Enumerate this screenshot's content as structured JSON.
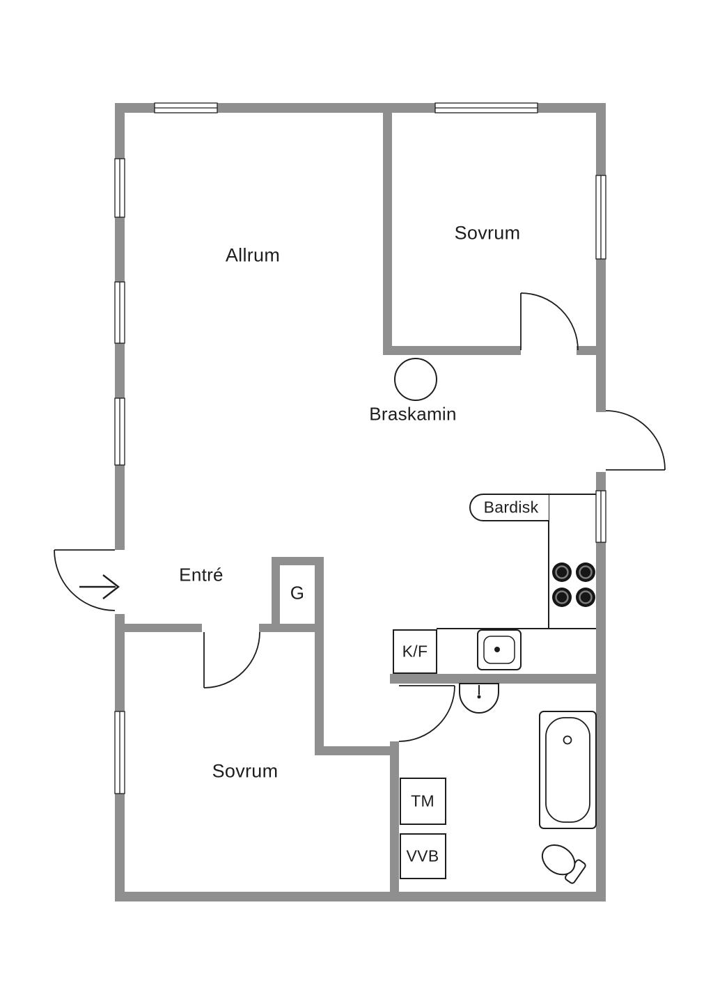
{
  "palette": {
    "wall": "#8f8f8f",
    "line": "#1d1d1d",
    "text": "#1d1d1d",
    "background": "#ffffff",
    "burner": "#161616"
  },
  "plan": {
    "rooms": {
      "allrum": "Allrum",
      "sovrum_top": "Sovrum",
      "sovrum_bottom": "Sovrum",
      "entre": "Entré"
    },
    "fixtures": {
      "braskamin": "Braskamin",
      "bardisk": "Bardisk",
      "garderob": "G",
      "kyl_frys": "K/F",
      "tvattmaskin": "TM",
      "varmvattenberedare": "VVB"
    }
  }
}
